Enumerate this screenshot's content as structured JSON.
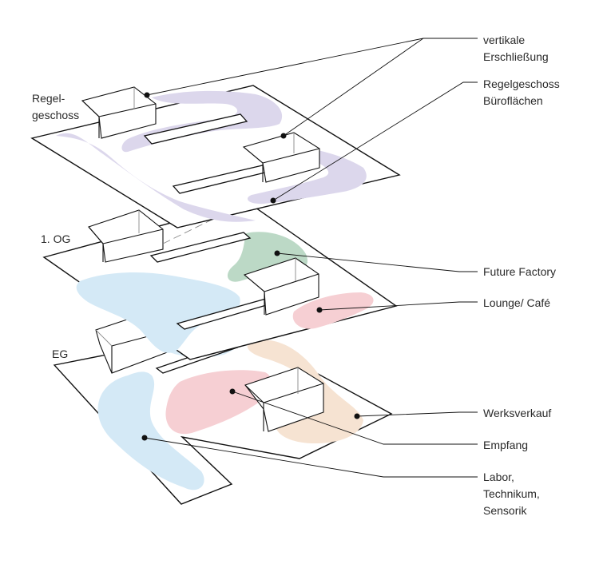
{
  "floors": {
    "regelgeschoss": [
      "Regel-",
      "geschoss"
    ],
    "og1": "1. OG",
    "eg": "EG"
  },
  "legend": {
    "vertikale": [
      "vertikale",
      "Erschließung"
    ],
    "buero": [
      "Regelgeschoss",
      "Büroflächen"
    ],
    "future": "Future Factory",
    "lounge": "Lounge/ Café",
    "werks": "Werksverkauf",
    "empfang": "Empfang",
    "labor": [
      "Labor,",
      "Technikum,",
      "Sensorik"
    ]
  },
  "colors": {
    "buero": "#dcd7ec",
    "future": "#bcd9c6",
    "lounge": "#f6cfd3",
    "labor": "#d4e9f6",
    "werks": "#f6e3d2",
    "empfang": "#f6cfd3"
  }
}
